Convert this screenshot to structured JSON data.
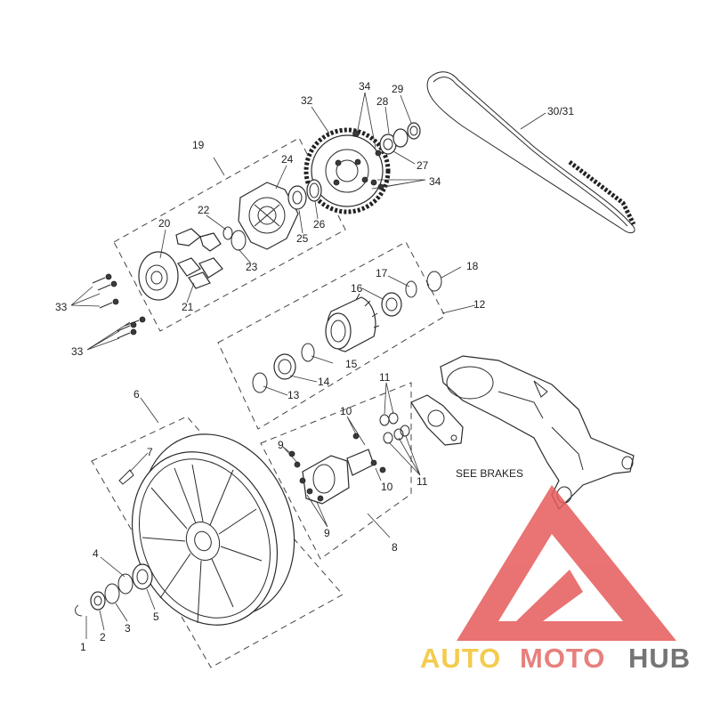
{
  "diagram": {
    "labels": {
      "l1": "1",
      "l2": "2",
      "l3": "3",
      "l4": "4",
      "l5": "5",
      "l6": "6",
      "l7": "7",
      "l8": "8",
      "l9a": "9",
      "l9b": "9",
      "l10a": "10",
      "l10b": "10",
      "l11a": "11",
      "l11b": "11",
      "l12": "12",
      "l13": "13",
      "l14": "14",
      "l15": "15",
      "l16": "16",
      "l17": "17",
      "l18": "18",
      "l19": "19",
      "l20": "20",
      "l21": "21",
      "l22": "22",
      "l23": "23",
      "l24": "24",
      "l25": "25",
      "l26": "26",
      "l27": "27",
      "l28": "28",
      "l29": "29",
      "l30": "30/31",
      "l32": "32",
      "l33a": "33",
      "l33b": "33",
      "l34a": "34",
      "l34b": "34"
    },
    "see_brakes": "SEE BRAKES"
  },
  "watermark": {
    "part1": "AUTO",
    "part2": "MOTO",
    "part3": "HUB",
    "colors": {
      "auto": "#f2c230",
      "moto": "#e36a67",
      "hub": "#5e5e5e",
      "logo": "#e65a5a"
    }
  }
}
